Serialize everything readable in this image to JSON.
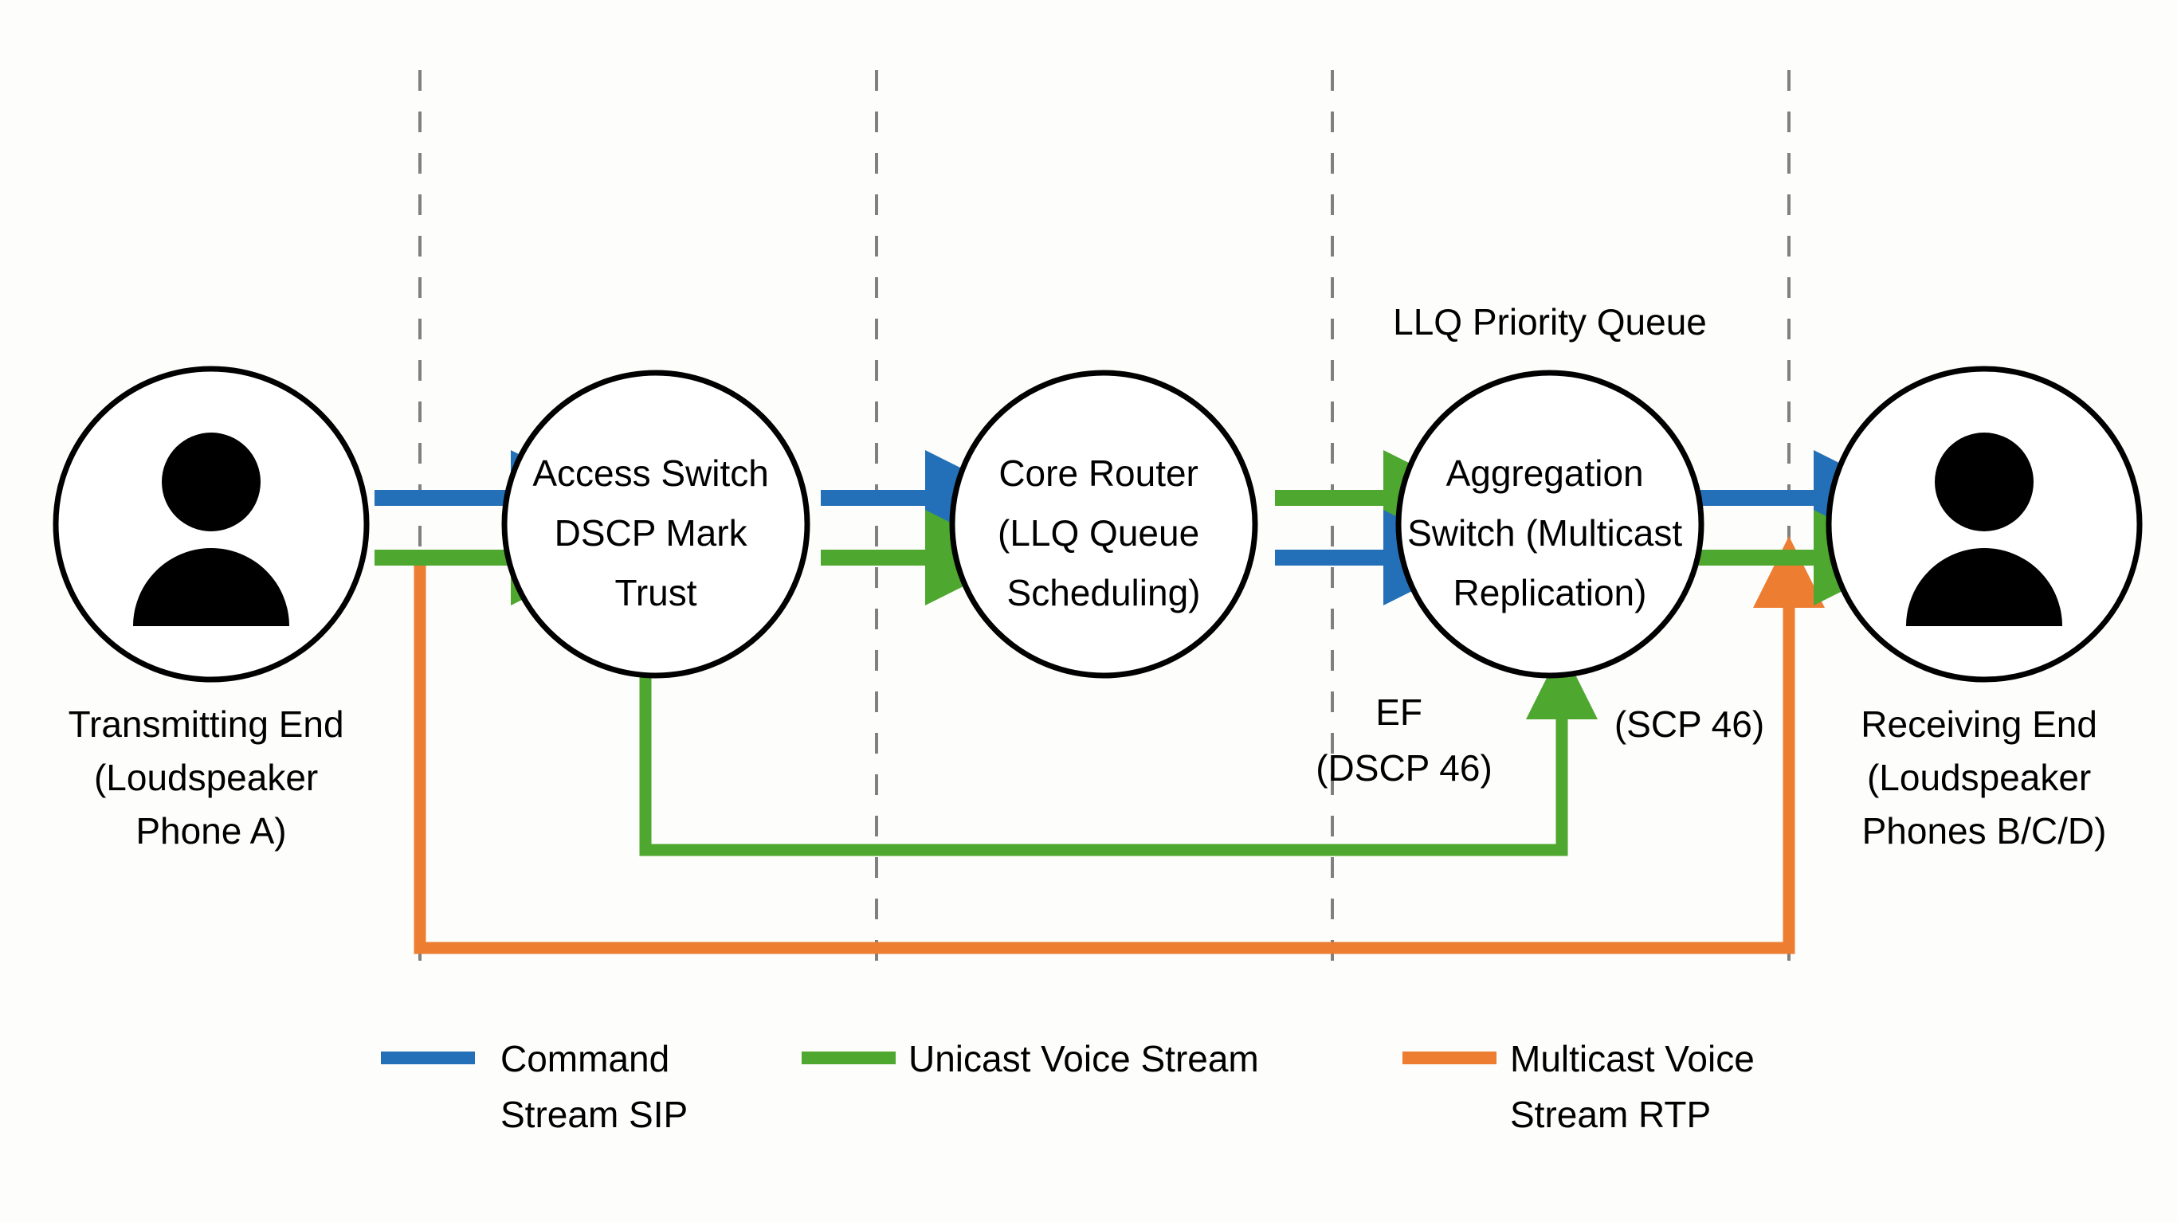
{
  "diagram": {
    "title_annotation": "LLQ Priority Queue",
    "nodes": [
      {
        "id": "transmitting-end",
        "type": "endpoint",
        "icon": "person-icon",
        "caption": [
          "Transmitting End",
          "(Loudspeaker",
          "Phone A)"
        ]
      },
      {
        "id": "access-switch",
        "type": "device",
        "label": [
          "Access Switch",
          "DSCP Mark",
          "Trust"
        ]
      },
      {
        "id": "core-router",
        "type": "device",
        "label": [
          "Core Router",
          "(LLQ Queue",
          "Scheduling)"
        ]
      },
      {
        "id": "aggregation-switch",
        "type": "device",
        "label": [
          "Aggregation",
          "Switch (Multicast",
          "Replication)"
        ]
      },
      {
        "id": "receiving-end",
        "type": "endpoint",
        "icon": "person-icon",
        "caption": [
          "Receiving End",
          "(Loudspeaker",
          "Phones B/C/D)"
        ]
      }
    ],
    "annotations": [
      {
        "id": "ef-dscp",
        "lines": [
          "EF",
          "(DSCP 46)"
        ]
      },
      {
        "id": "scp-46",
        "lines": [
          "(SCP 46)"
        ]
      }
    ],
    "legend": [
      {
        "id": "command-stream-sip",
        "color": "#2470B8",
        "lines": [
          "Command",
          "Stream SIP"
        ]
      },
      {
        "id": "unicast-voice-stream",
        "color": "#4EA72E",
        "lines": [
          "Unicast Voice Stream"
        ]
      },
      {
        "id": "multicast-voice-stream-rtp",
        "color": "#ED7D31",
        "lines": [
          "Multicast Voice",
          "Stream RTP"
        ]
      }
    ],
    "colors": {
      "command_blue": "#2470B8",
      "unicast_green": "#4EA72E",
      "multicast_orange": "#ED7D31",
      "node_stroke": "#000000",
      "divider": "#808080",
      "background": "#fdfdfb"
    }
  }
}
